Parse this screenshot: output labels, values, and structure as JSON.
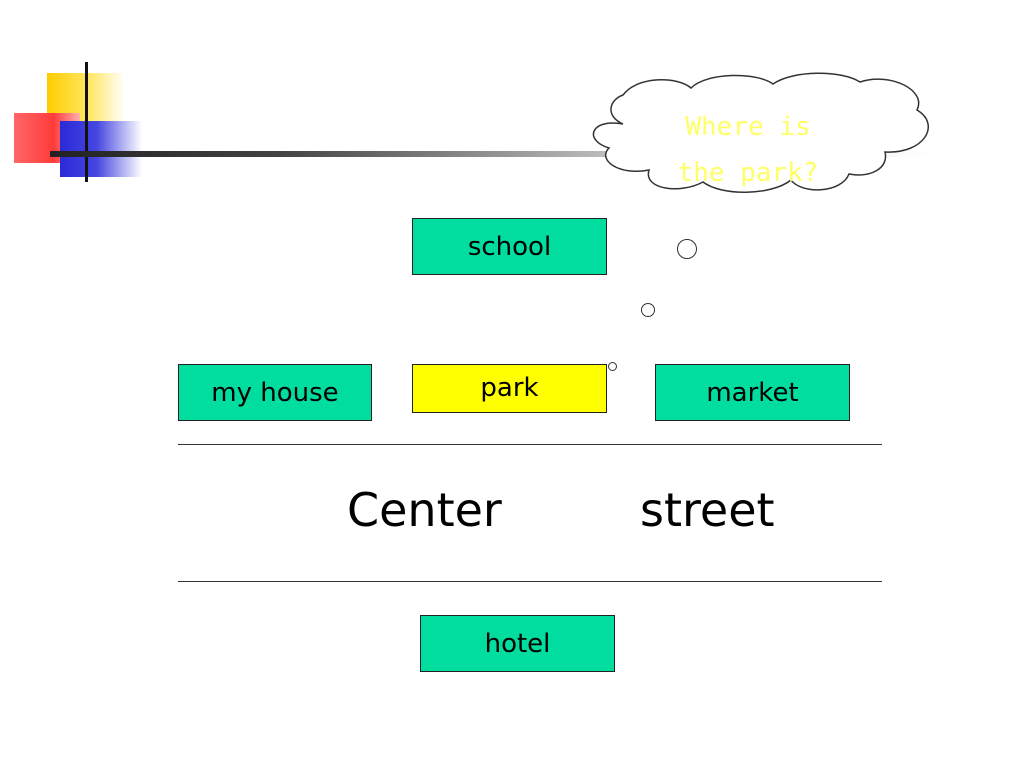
{
  "thought": {
    "line1": "Where is",
    "line2": "the park?"
  },
  "places": {
    "school": "school",
    "my_house": "my house",
    "park": "park",
    "market": "market",
    "hotel": "hotel"
  },
  "street": {
    "word1": "Center",
    "word2": "street"
  },
  "colors": {
    "block_green": "#00dd9e",
    "park_yellow": "#ffff00",
    "thought_text": "#ffff66"
  }
}
